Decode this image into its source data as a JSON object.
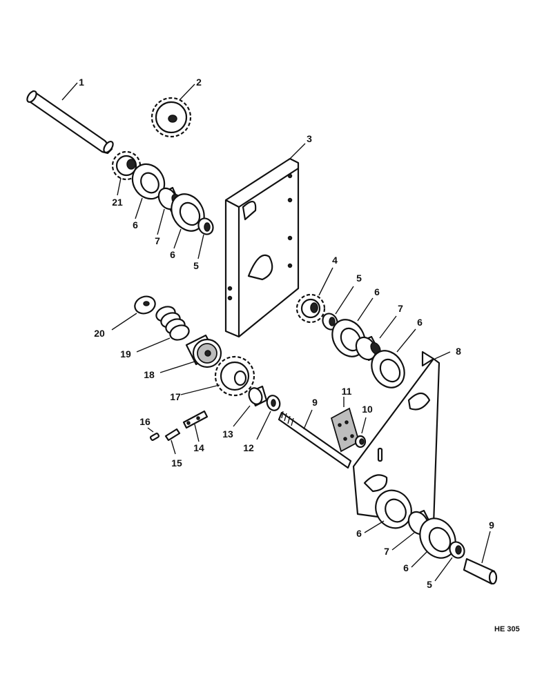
{
  "callouts": {
    "c1": "1",
    "c2": "2",
    "c3": "3",
    "c4": "4",
    "c5a": "5",
    "c5b": "5",
    "c5c": "5",
    "c6a": "6",
    "c6b": "6",
    "c6c": "6",
    "c6d": "6",
    "c6e": "6",
    "c6f": "6",
    "c7a": "7",
    "c7b": "7",
    "c7c": "7",
    "c8": "8",
    "c9a": "9",
    "c9b": "9",
    "c10": "10",
    "c11": "11",
    "c12": "12",
    "c13": "13",
    "c14": "14",
    "c15": "15",
    "c16": "16",
    "c17": "17",
    "c18": "18",
    "c19": "19",
    "c20": "20",
    "c21": "21"
  },
  "reference_code": "HE 305"
}
